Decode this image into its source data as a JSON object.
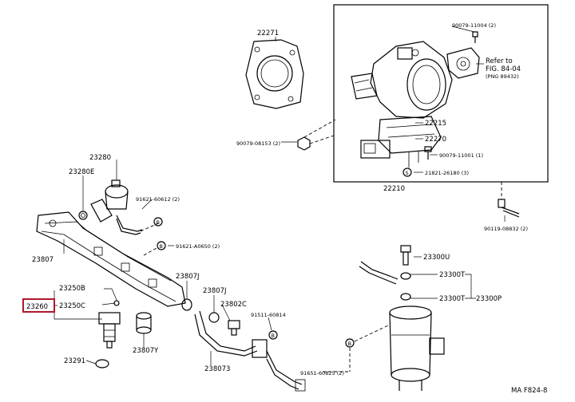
{
  "title_code": "MA F824-8",
  "highlight_color": "#b0182d",
  "labels": {
    "p22271": "22271",
    "p90079_11004": "90079-11004 (2)",
    "refer_to": "Refer to",
    "fig": "FIG. 84-04",
    "png": "(PNG 89432)",
    "p22215": "22215",
    "p90079_08153": "90079-08153 (2)",
    "p22270": "22270",
    "p90079_11001": "90079-11001 (1)",
    "p21821": "21821-26180 (3)",
    "p22210": "22210",
    "p23280": "23280",
    "p23280e": "23280E",
    "p91621_60612": "91621-60612 (2)",
    "p90119_08832": "90119-08832 (2)",
    "p91621_a0650": "91621-A0650 (2)",
    "p23807": "23807",
    "p23300u": "23300U",
    "p23807j_a": "23807J",
    "p23250b": "23250B",
    "p23807j_b": "23807J",
    "p23300t_a": "23300T",
    "p23260": "23260",
    "p23250c": "23250C",
    "p23802c": "23802C",
    "p23300t_b": "23300T",
    "p23300p": "23300P",
    "p91511_60814": "91511-60814",
    "p23807y": "23807Y",
    "p23807s": "238073",
    "p23291": "23291",
    "p91651_60825": "91651-60825 (2)"
  }
}
